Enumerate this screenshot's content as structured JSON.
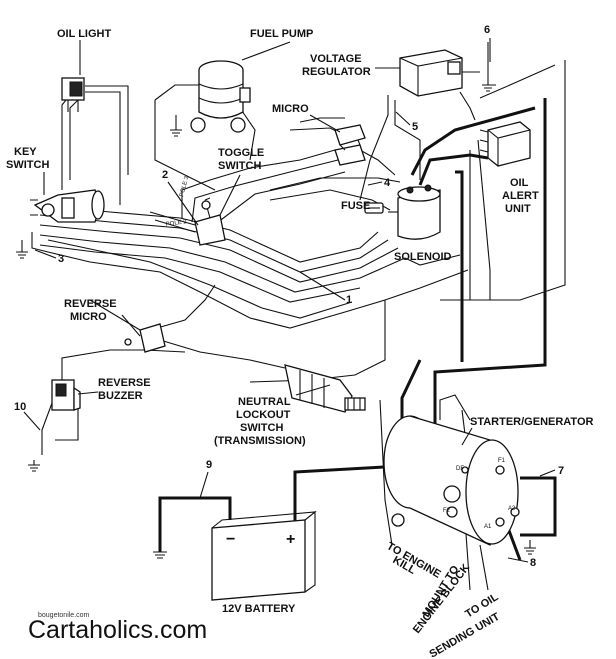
{
  "labels": {
    "oil_light": "OIL LIGHT",
    "fuel_pump": "FUEL PUMP",
    "voltage": "VOLTAGE",
    "regulator": "REGULATOR",
    "micro": "MICRO",
    "key": "KEY",
    "switch_key": "SWITCH",
    "toggle": "TOGGLE",
    "switch_toggle": "SWITCH",
    "pole3": "POLE 3",
    "pole2": "POLE 2",
    "fuse": "FUSE",
    "solenoid": "SOLENOID",
    "oil": "OIL",
    "alert": "ALERT",
    "unit": "UNIT",
    "reverse_micro_1": "REVERSE",
    "reverse_micro_2": "MICRO",
    "reverse_buzzer_1": "REVERSE",
    "reverse_buzzer_2": "BUZZER",
    "neutral": "NEUTRAL",
    "lockout": "LOCKOUT",
    "switch_neutral": "SWITCH",
    "transmission": "(TRANSMISSION)",
    "starter_generator": "STARTER/GENERATOR",
    "to_engine": "TO ENGINE",
    "kill": "KILL",
    "mount_to": "MOUNT TO",
    "engine_block": "ENGINE BLOCK",
    "to_oil": "TO OIL",
    "sending_unit": "SENDING UNIT",
    "battery": "12V BATTERY",
    "minus": "−",
    "plus": "+",
    "df": "DF",
    "f1": "F1",
    "f2": "F2",
    "a1": "A1",
    "a2": "A2"
  },
  "numbers": {
    "n1": "1",
    "n2": "2",
    "n3": "3",
    "n4": "4",
    "n5": "5",
    "n6": "6",
    "n7": "7",
    "n8": "8",
    "n9": "9",
    "n10": "10"
  },
  "footer": {
    "source": "bougetonile.com",
    "brand": "Cartaholics.com"
  }
}
